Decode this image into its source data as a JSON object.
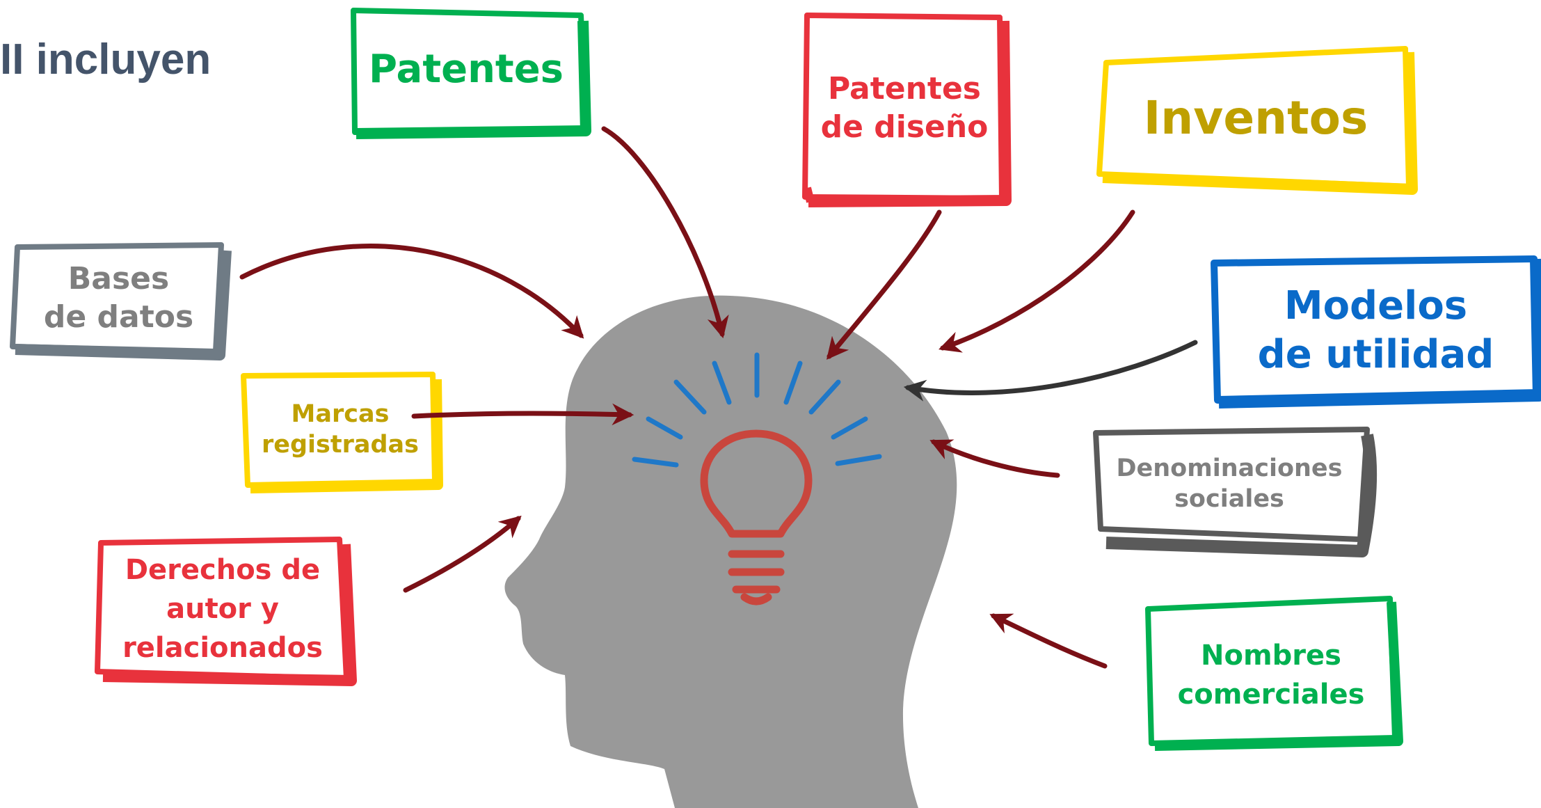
{
  "heading": "II incluyen",
  "colors": {
    "green": "#00b050",
    "red": "#e8323c",
    "yellow": "#ffd700",
    "yellow_text": "#bfa000",
    "blue": "#0a6ac9",
    "gray": "#6f7b85",
    "dark_gray": "#5a5a5a",
    "head": "#999999",
    "arrow": "#7a1016",
    "bulb": "#c9463d",
    "rays": "#1f78c8"
  },
  "boxes": {
    "patentes": [
      "Patentes"
    ],
    "patentes_diseno": [
      "Patentes",
      "de diseño"
    ],
    "inventos": [
      "Inventos"
    ],
    "bases_datos": [
      "Bases",
      "de datos"
    ],
    "modelos_utilidad": [
      "Modelos",
      "de utilidad"
    ],
    "marcas": [
      "Marcas",
      "registradas"
    ],
    "denominaciones": [
      "Denominaciones",
      "sociales"
    ],
    "derechos_autor": [
      "Derechos de",
      "autor y",
      "relacionados"
    ],
    "nombres_comerciales": [
      "Nombres",
      "comerciales"
    ]
  },
  "icons": {
    "center": "lightbulb-icon",
    "figure": "head-silhouette-icon"
  }
}
